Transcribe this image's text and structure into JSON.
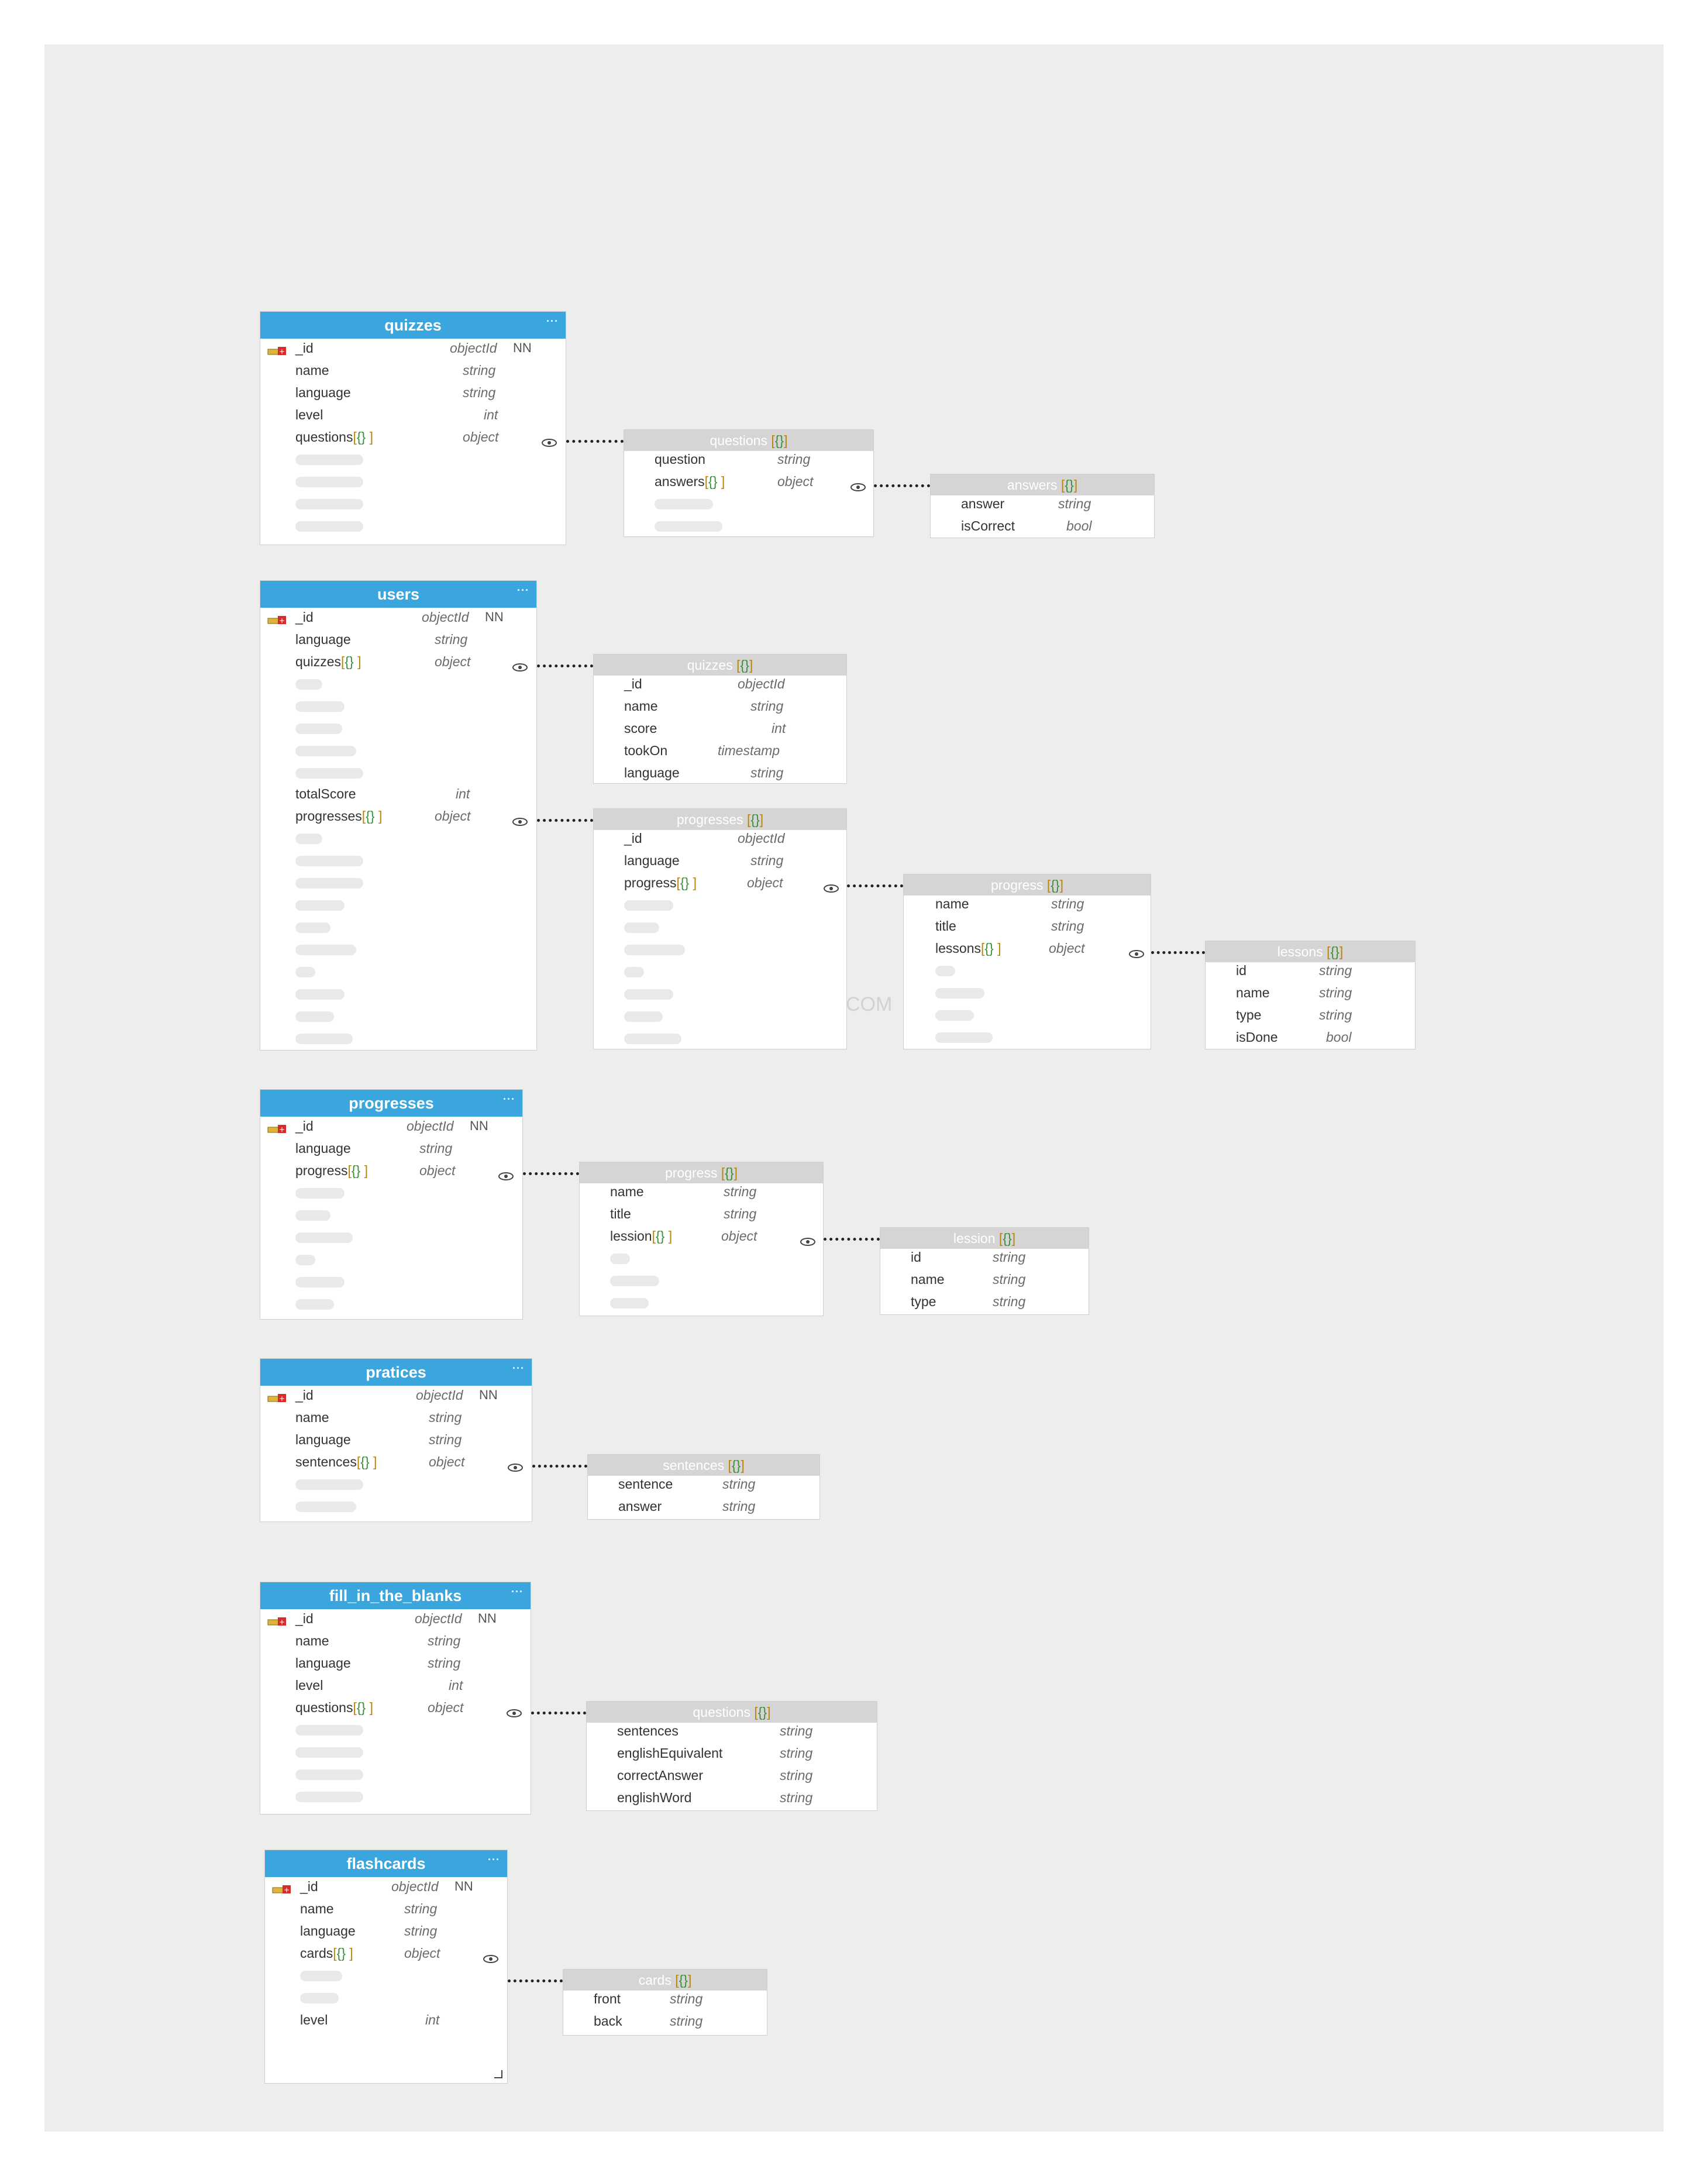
{
  "collections": {
    "quizzes": {
      "title": "quizzes",
      "menu": "···",
      "fields": [
        {
          "name": "_id",
          "type": "objectId",
          "nn": "NN"
        },
        {
          "name": "name",
          "type": "string"
        },
        {
          "name": "language",
          "type": "string"
        },
        {
          "name": "level",
          "type": "int"
        },
        {
          "name": "questions",
          "type": "object"
        }
      ]
    },
    "users": {
      "title": "users",
      "menu": "···",
      "fields": [
        {
          "name": "_id",
          "type": "objectId",
          "nn": "NN"
        },
        {
          "name": "language",
          "type": "string"
        },
        {
          "name": "quizzes",
          "type": "object"
        },
        {
          "name": "totalScore",
          "type": "int"
        },
        {
          "name": "progresses",
          "type": "object"
        }
      ]
    },
    "progresses": {
      "title": "progresses",
      "menu": "···",
      "fields": [
        {
          "name": "_id",
          "type": "objectId",
          "nn": "NN"
        },
        {
          "name": "language",
          "type": "string"
        },
        {
          "name": "progress",
          "type": "object"
        }
      ]
    },
    "pratices": {
      "title": "pratices",
      "menu": "···",
      "fields": [
        {
          "name": "_id",
          "type": "objectId",
          "nn": "NN"
        },
        {
          "name": "name",
          "type": "string"
        },
        {
          "name": "language",
          "type": "string"
        },
        {
          "name": "sentences",
          "type": "object"
        }
      ]
    },
    "fill_in_the_blanks": {
      "title": "fill_in_the_blanks",
      "menu": "···",
      "fields": [
        {
          "name": "_id",
          "type": "objectId",
          "nn": "NN"
        },
        {
          "name": "name",
          "type": "string"
        },
        {
          "name": "language",
          "type": "string"
        },
        {
          "name": "level",
          "type": "int"
        },
        {
          "name": "questions",
          "type": "object"
        }
      ]
    },
    "flashcards": {
      "title": "flashcards",
      "menu": "···",
      "fields": [
        {
          "name": "_id",
          "type": "objectId",
          "nn": "NN"
        },
        {
          "name": "name",
          "type": "string"
        },
        {
          "name": "language",
          "type": "string"
        },
        {
          "name": "cards",
          "type": "object"
        },
        {
          "name": "level",
          "type": "int"
        }
      ]
    }
  },
  "subdocs": {
    "quizzes_questions": {
      "title": "questions",
      "fields": [
        {
          "name": "question",
          "type": "string"
        },
        {
          "name": "answers",
          "type": "object"
        }
      ]
    },
    "quizzes_answers": {
      "title": "answers",
      "fields": [
        {
          "name": "answer",
          "type": "string"
        },
        {
          "name": "isCorrect",
          "type": "bool"
        }
      ]
    },
    "users_quizzes": {
      "title": "quizzes",
      "fields": [
        {
          "name": "_id",
          "type": "objectId"
        },
        {
          "name": "name",
          "type": "string"
        },
        {
          "name": "score",
          "type": "int"
        },
        {
          "name": "tookOn",
          "type": "timestamp"
        },
        {
          "name": "language",
          "type": "string"
        }
      ]
    },
    "users_progresses": {
      "title": "progresses",
      "fields": [
        {
          "name": "_id",
          "type": "objectId"
        },
        {
          "name": "language",
          "type": "string"
        },
        {
          "name": "progress",
          "type": "object"
        }
      ]
    },
    "users_progress": {
      "title": "progress",
      "fields": [
        {
          "name": "name",
          "type": "string"
        },
        {
          "name": "title",
          "type": "string"
        },
        {
          "name": "lessons",
          "type": "object"
        }
      ]
    },
    "users_lessons": {
      "title": "lessons",
      "fields": [
        {
          "name": "id",
          "type": "string"
        },
        {
          "name": "name",
          "type": "string"
        },
        {
          "name": "type",
          "type": "string"
        },
        {
          "name": "isDone",
          "type": "bool"
        }
      ]
    },
    "progresses_progress": {
      "title": "progress",
      "fields": [
        {
          "name": "name",
          "type": "string"
        },
        {
          "name": "title",
          "type": "string"
        },
        {
          "name": "lession",
          "type": "object"
        }
      ]
    },
    "progresses_lession": {
      "title": "lession",
      "fields": [
        {
          "name": "id",
          "type": "string"
        },
        {
          "name": "name",
          "type": "string"
        },
        {
          "name": "type",
          "type": "string"
        }
      ]
    },
    "pratices_sentences": {
      "title": "sentences",
      "fields": [
        {
          "name": "sentence",
          "type": "string"
        },
        {
          "name": "answer",
          "type": "string"
        }
      ]
    },
    "fitb_questions": {
      "title": "questions",
      "fields": [
        {
          "name": "sentences",
          "type": "string"
        },
        {
          "name": "englishEquivalent",
          "type": "string"
        },
        {
          "name": "correctAnswer",
          "type": "string"
        },
        {
          "name": "englishWord",
          "type": "string"
        }
      ]
    },
    "flashcards_cards": {
      "title": "cards",
      "fields": [
        {
          "name": "front",
          "type": "string"
        },
        {
          "name": "back",
          "type": "string"
        }
      ]
    }
  },
  "array_brackets": {
    "open": "[",
    "obj": "{}",
    "close": "]"
  },
  "watermark": "COM",
  "colors": {
    "canvas": "#ededed",
    "table_header": "#3aa6dd",
    "subdoc_header": "#d6d4d4",
    "bracket": "#b8860b",
    "curly": "#3a8f3a"
  }
}
